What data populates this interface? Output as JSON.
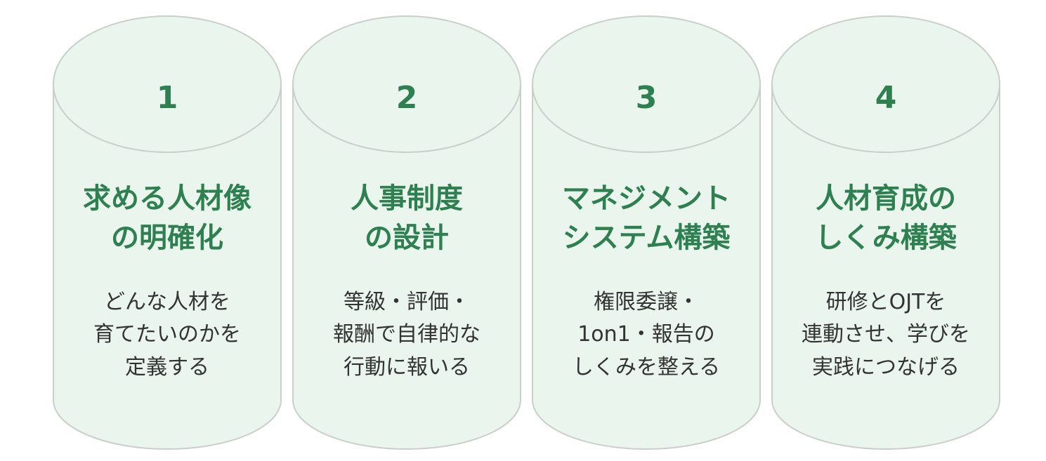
{
  "colors": {
    "cylinder_fill": "#e9f5ed",
    "cylinder_stroke": "#c9cfcb",
    "accent_green": "#2e8050",
    "body_text": "#333333"
  },
  "pillars": [
    {
      "number": "1",
      "title": [
        "求める人材像",
        "の明確化"
      ],
      "description": [
        "どんな人材を",
        "育てたいのかを",
        "定義する"
      ]
    },
    {
      "number": "2",
      "title": [
        "人事制度",
        "の設計"
      ],
      "description": [
        "等級・評価・",
        "報酬で自律的な",
        "行動に報いる"
      ]
    },
    {
      "number": "3",
      "title": [
        "マネジメント",
        "システム構築"
      ],
      "description": [
        "権限委譲・",
        "1on1・報告の",
        "しくみを整える"
      ]
    },
    {
      "number": "4",
      "title": [
        "人材育成の",
        "しくみ構築"
      ],
      "description": [
        "研修とOJTを",
        "連動させ、学びを",
        "実践につなげる"
      ]
    }
  ]
}
